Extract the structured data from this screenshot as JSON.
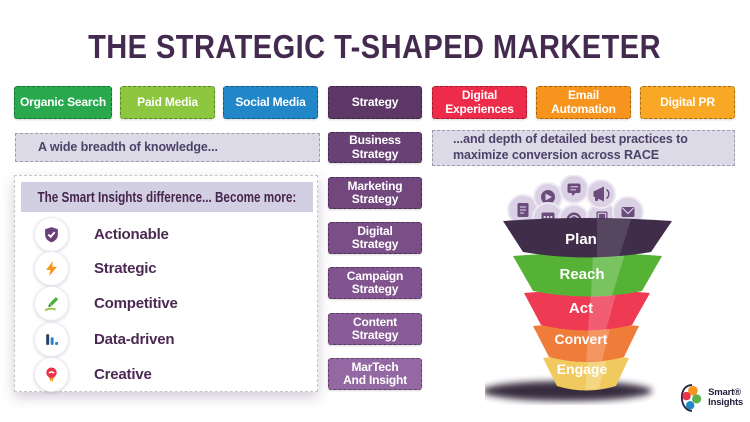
{
  "title": "THE STRATEGIC T-SHAPED MARKETER",
  "top_buttons": [
    {
      "label": "Organic Search",
      "color": "#29a84e"
    },
    {
      "label": "Paid Media",
      "color": "#8dc63f"
    },
    {
      "label": "Social Media",
      "color": "#2287c9"
    },
    {
      "label": "Strategy",
      "color": "#5d3867"
    },
    {
      "label": "Digital\nExperiences",
      "color": "#ee2b49"
    },
    {
      "label": "Email\nAutomation",
      "color": "#f7941e"
    },
    {
      "label": "Digital PR",
      "color": "#f9a825"
    }
  ],
  "breadth_bar": "A wide breadth of knowledge...",
  "depth_bar": "...and depth of detailed best practices to maximize conversion across RACE",
  "strategy_column": [
    {
      "label": "Business\nStrategy",
      "color": "#6a4175"
    },
    {
      "label": "Marketing\nStrategy",
      "color": "#71477d"
    },
    {
      "label": "Digital\nStrategy",
      "color": "#7a4e86"
    },
    {
      "label": "Campaign\nStrategy",
      "color": "#82548f"
    },
    {
      "label": "Content\nStrategy",
      "color": "#8a5c97"
    },
    {
      "label": "MarTech\nAnd Insight",
      "color": "#9468a2"
    }
  ],
  "panel": {
    "header": "The Smart Insights difference... Become more:",
    "items": [
      {
        "label": "Actionable",
        "icon": "shield-check-icon",
        "color": "#6b3f79"
      },
      {
        "label": "Strategic",
        "icon": "lightning-icon",
        "color": "#f7941e"
      },
      {
        "label": "Competitive",
        "icon": "pencil-icon",
        "color": "#4caf3f"
      },
      {
        "label": "Data-driven",
        "icon": "bar-chart-icon",
        "color": "#2287c9"
      },
      {
        "label": "Creative",
        "icon": "award-icon",
        "color": "#e8334a"
      }
    ]
  },
  "funnel": {
    "stages": [
      {
        "label": "Plan",
        "color": "#3f2d49"
      },
      {
        "label": "Reach",
        "color": "#55b235"
      },
      {
        "label": "Act",
        "color": "#ee3a53"
      },
      {
        "label": "Convert",
        "color": "#f07c3a"
      },
      {
        "label": "Engage",
        "color": "#f0ca5f"
      }
    ],
    "icons": [
      "document-icon",
      "play-icon",
      "calendar-icon",
      "chat-icon",
      "target-icon",
      "tablet-icon",
      "megaphone-icon",
      "envelope-icon"
    ]
  },
  "logo": {
    "line1": "Smart®",
    "line2": "Insights"
  },
  "ui_colors": {
    "bar_bg": "#dcdae7",
    "panel_header_bg": "#d2cfe2",
    "title_color": "#432a4e"
  }
}
